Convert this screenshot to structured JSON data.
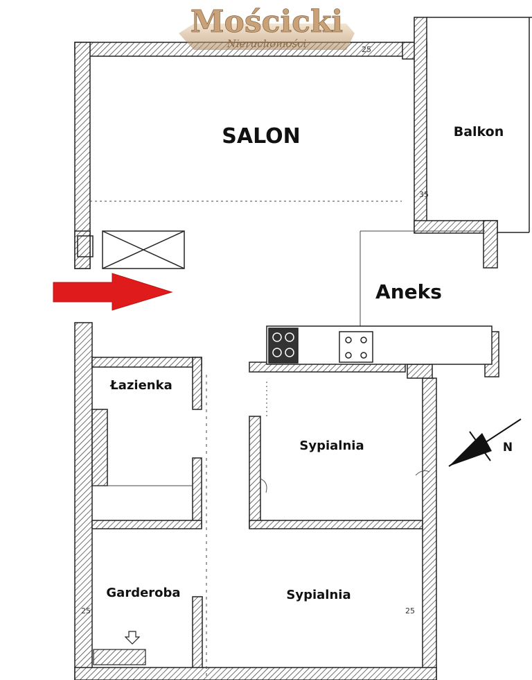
{
  "logo": {
    "name": "Mościcki",
    "tagline": "Nieruchomości",
    "color": "#c9a27a"
  },
  "rooms": {
    "salon": "SALON",
    "balkon": "Balkon",
    "aneks": "Aneks",
    "lazienka": "Łazienka",
    "sypialnia_1": "Sypialnia",
    "sypialnia_2": "Sypialnia",
    "garderoba": "Garderoba"
  },
  "dimensions": {
    "wall_top": "25",
    "wall_balkon": "35",
    "wall_left": "25",
    "wall_right": "25"
  },
  "compass": {
    "north": "N"
  },
  "colors": {
    "wall": "#333333",
    "arrow": "#e01b1b"
  },
  "icons": {
    "entrance": "entrance-arrow-icon",
    "north": "north-compass-icon"
  }
}
